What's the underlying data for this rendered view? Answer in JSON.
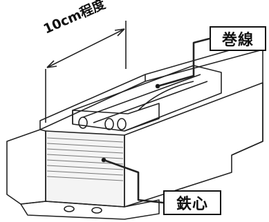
{
  "dimension": {
    "text": "10cm程度"
  },
  "labels": {
    "coil": "巻線",
    "core": "鉄心"
  },
  "colors": {
    "line": "#111111",
    "background": "#ffffff",
    "shading": "#cfcfcf"
  }
}
